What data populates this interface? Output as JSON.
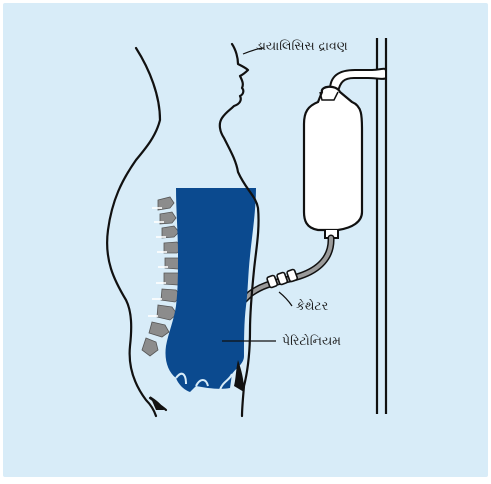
{
  "labels": {
    "dialysate": "ડાયાલિસિસ દ્રાવણ",
    "catheter": "કેથેટર",
    "peritoneum": "પેરિટોનિયમ"
  },
  "colors": {
    "background": "#d8ecf8",
    "peritoneum": "#0b4a8f",
    "spine": "#8c8c8c",
    "outline": "#111111",
    "bag": "#ffffff"
  }
}
